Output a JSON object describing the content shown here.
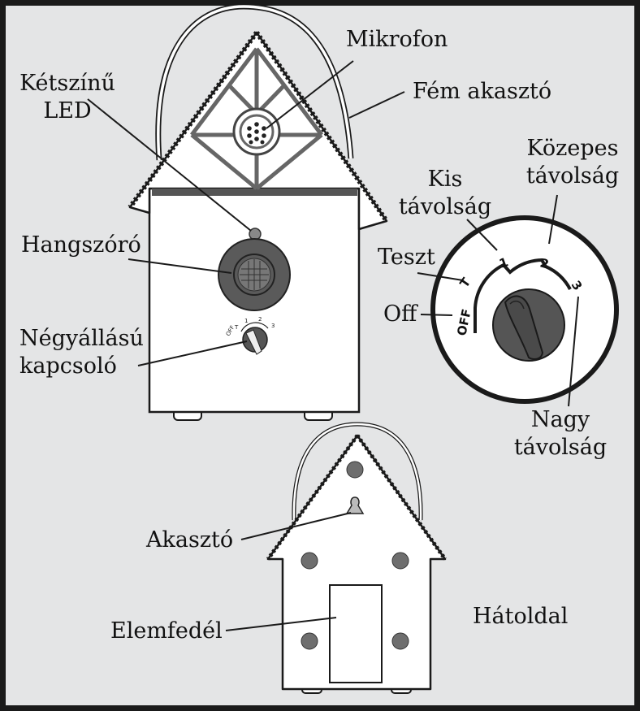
{
  "labels": {
    "mikrofon": "Mikrofon",
    "led_line1": "Kétszínű",
    "led_line2": "LED",
    "fem_akaszto": "Fém akasztó",
    "kozepes_line1": "Közepes",
    "kozepes_line2": "távolság",
    "kis_line1": "Kis",
    "kis_line2": "távolság",
    "hangszoro": "Hangszóró",
    "teszt": "Teszt",
    "off": "Off",
    "negyallasu_line1": "Négyállású",
    "negyallasu_line2": "kapcsoló",
    "nagy_line1": "Nagy",
    "nagy_line2": "távolság",
    "akaszto": "Akasztó",
    "elemfedel": "Elemfedél",
    "hatoldal": "Hátoldal"
  },
  "dial": {
    "off": "OFF",
    "t": "T",
    "one": "1",
    "two": "2",
    "three": "3"
  },
  "colors": {
    "background": "#e4e5e6",
    "device_body": "#ffffff",
    "outline": "#1a1a1a",
    "speaker": "#555555",
    "dots": "#6e6e6e"
  }
}
